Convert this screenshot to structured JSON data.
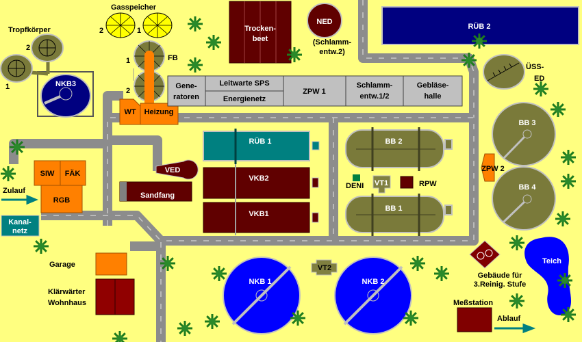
{
  "labels": {
    "gasspeicher": "Gasspeicher",
    "gas_2": "2",
    "gas_1": "1",
    "tropfkoerper": "Tropfkörper",
    "tk_1": "1",
    "tk_2": "2",
    "nkb3": "NKB3",
    "fb": "FB",
    "fb_1": "1",
    "fb_2": "2",
    "wt": "WT",
    "heizung": "Heizung",
    "generatoren_1": "Gene-",
    "generatoren_2": "ratoren",
    "leitwarte": "Leitwarte SPS",
    "energienetz": "Energienetz",
    "zpw1": "ZPW 1",
    "schlamm_1": "Schlamm-",
    "schlamm_2": "entw.1/2",
    "geblaese_1": "Gebläse-",
    "geblaese_2": "halle",
    "trocken_1": "Trocken-",
    "trocken_2": "beet",
    "ned": "NED",
    "ned_sub_1": "(Schlamm-",
    "ned_sub_2": "entw.2)",
    "rueb2": "RÜB 2",
    "uess": "ÜSS-",
    "ed": "ED",
    "bb3": "BB 3",
    "bb4": "BB 4",
    "zpw2": "ZPW 2",
    "rueb1": "RÜB 1",
    "vkb2": "VKB2",
    "vkb1": "VKB1",
    "bb2": "BB 2",
    "bb1": "BB 1",
    "deni": "DENI",
    "vt1": "VT1",
    "rpw": "RPW",
    "ved": "VED",
    "sandfang": "Sandfang",
    "siw": "SIW",
    "faek": "FÄK",
    "rgb": "RGB",
    "zulauf": "Zulauf",
    "kanal_1": "Kanal-",
    "kanal_2": "netz",
    "garage": "Garage",
    "klaer_1": "Klärwärter",
    "klaer_2": "Wohnhaus",
    "nkb1": "NKB 1",
    "nkb2": "NKB 2",
    "vt2": "VT2",
    "geb3_1": "Gebäude für",
    "geb3_2": "3.Reinig. Stufe",
    "teich": "Teich",
    "mess": "Meßstation",
    "ablauf": "Ablauf"
  },
  "colors": {
    "background": "#ffff80",
    "road": "#8c8c8c",
    "building": "#c0c0c0",
    "sludge": "#600000",
    "tank": "#7a7a3a",
    "clarifier": "#0000ff",
    "navy": "#000080",
    "teal": "#008080",
    "orange": "#ff8000"
  }
}
